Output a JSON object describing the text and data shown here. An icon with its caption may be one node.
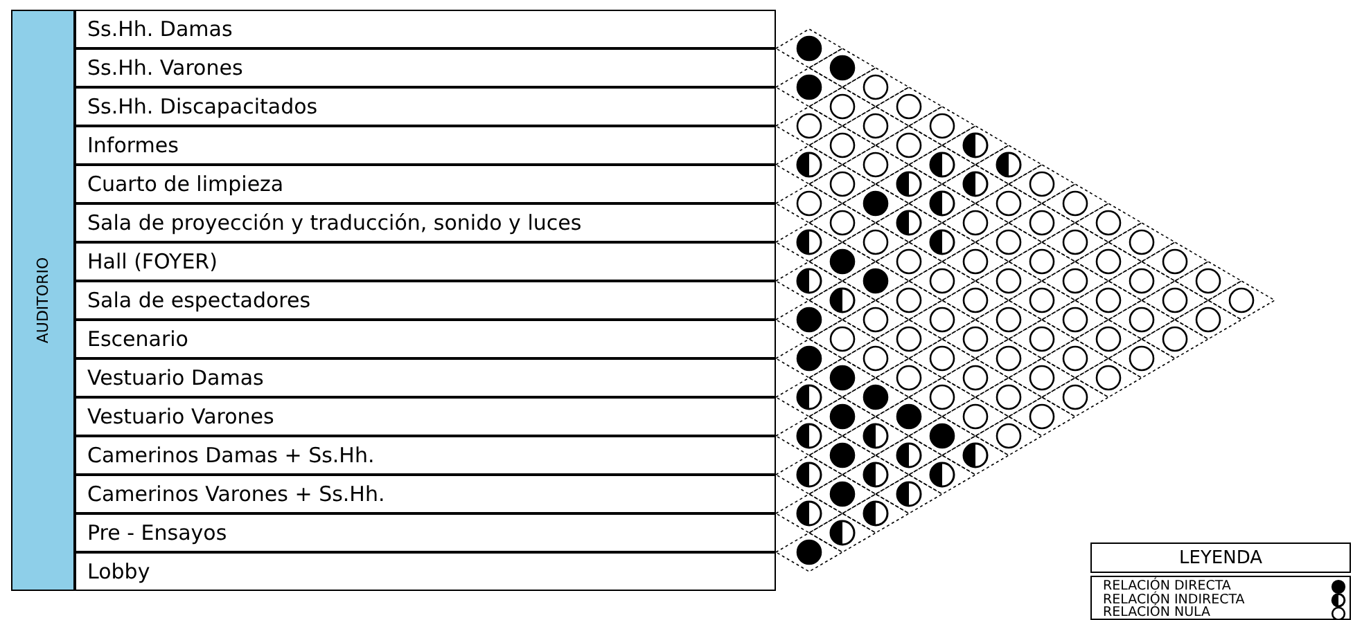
{
  "diagram": {
    "nodes": [
      {
        "text": [
          "AUDITORIO"
        ]
      },
      {
        "text": [
          "Ss.Hh. Damas"
        ]
      },
      {
        "text": [
          "Ss.Hh. Varones"
        ]
      },
      {
        "text": [
          "Ss.Hh. Discapacitados"
        ]
      },
      {
        "text": [
          "Informes"
        ]
      },
      {
        "text": [
          "Cuarto de limpieza"
        ]
      },
      {
        "text": [
          "Sala de proyección y traducción, sonido y luces"
        ]
      },
      {
        "text": [
          "Hall (FOYER)"
        ]
      },
      {
        "text": [
          "Sala de espectadores"
        ]
      },
      {
        "text": [
          "Escenario"
        ]
      },
      {
        "text": [
          "Vestuario Damas"
        ]
      },
      {
        "text": [
          "Vestuario Varones"
        ]
      },
      {
        "text": [
          "Camerinos Damas + Ss.Hh."
        ]
      },
      {
        "text": [
          "Camerinos Varones + Ss.Hh."
        ]
      },
      {
        "text": [
          "Pre - Ensayos"
        ]
      },
      {
        "text": [
          "Lobby"
        ]
      }
    ],
    "labels": [
      "LEYENDA"
    ],
    "legend": [
      {
        "text": "RELACIÓN DIRECTA"
      },
      {
        "text": "RELACIÓN INDIRECTA"
      },
      {
        "text": "RELACIÓN NULA"
      }
    ]
  }
}
